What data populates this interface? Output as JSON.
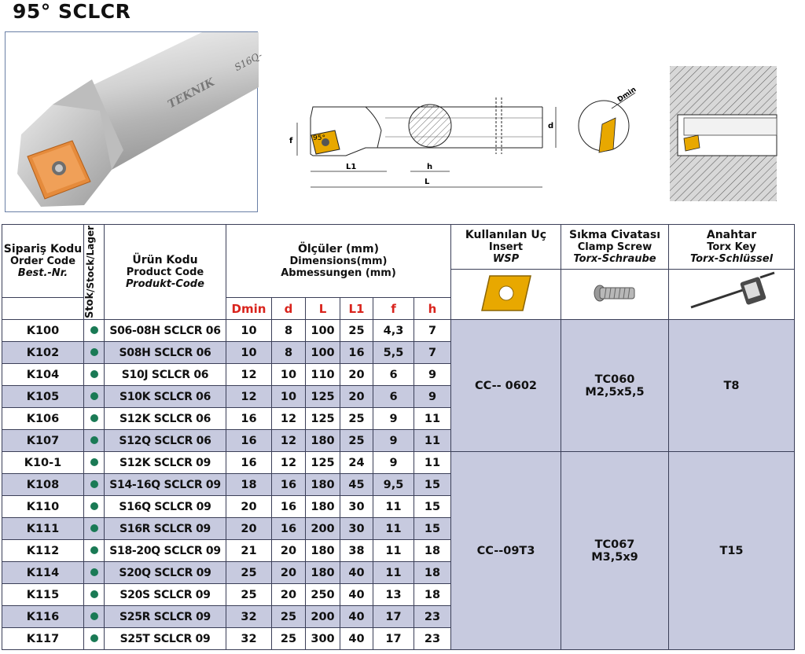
{
  "title": "95° SCLCR",
  "photo": {
    "logo_text": "TEKNIK",
    "shank_marking": "S16Q-"
  },
  "drawing": {
    "labels": {
      "f": "f",
      "angle": "95°",
      "L1": "L1",
      "h": "h",
      "L": "L",
      "d": "d",
      "dmin": "Dmin"
    }
  },
  "table": {
    "headers": {
      "order_code": {
        "tr": "Sipariş Kodu",
        "en": "Order Code",
        "de": "Best.-Nr."
      },
      "stock": {
        "tr": "Stok",
        "rest": "/Stock/Lager"
      },
      "product_code": {
        "tr": "Ürün Kodu",
        "en": "Product Code",
        "de": "Produkt-Code"
      },
      "dimensions": {
        "tr": "Ölçüler (mm)",
        "en": "Dimensions(mm)",
        "de": "Abmessungen (mm)"
      },
      "dim_cols": [
        "Dmin",
        "d",
        "L",
        "L1",
        "f",
        "h"
      ],
      "insert": {
        "tr": "Kullanılan Uç",
        "en": "Insert",
        "de": "WSP"
      },
      "clamp_screw": {
        "tr": "Sıkma Civatası",
        "en": "Clamp Screw",
        "de": "Torx-Schraube"
      },
      "key": {
        "tr": "Anahtar",
        "en": "Torx Key",
        "de": "Torx-Schlüssel"
      }
    },
    "rows": [
      {
        "order": "K100",
        "product": "S06-08H SCLCR 06",
        "dmin": "10",
        "d": "8",
        "L": "100",
        "L1": "25",
        "f": "4,3",
        "h": "7"
      },
      {
        "order": "K102",
        "product": "S08H SCLCR 06",
        "dmin": "10",
        "d": "8",
        "L": "100",
        "L1": "16",
        "f": "5,5",
        "h": "7"
      },
      {
        "order": "K104",
        "product": "S10J SCLCR 06",
        "dmin": "12",
        "d": "10",
        "L": "110",
        "L1": "20",
        "f": "6",
        "h": "9"
      },
      {
        "order": "K105",
        "product": "S10K SCLCR 06",
        "dmin": "12",
        "d": "10",
        "L": "125",
        "L1": "20",
        "f": "6",
        "h": "9"
      },
      {
        "order": "K106",
        "product": "S12K SCLCR 06",
        "dmin": "16",
        "d": "12",
        "L": "125",
        "L1": "25",
        "f": "9",
        "h": "11"
      },
      {
        "order": "K107",
        "product": "S12Q SCLCR 06",
        "dmin": "16",
        "d": "12",
        "L": "180",
        "L1": "25",
        "f": "9",
        "h": "11"
      },
      {
        "order": "K10-1",
        "product": "S12K SCLCR 09",
        "dmin": "16",
        "d": "12",
        "L": "125",
        "L1": "24",
        "f": "9",
        "h": "11"
      },
      {
        "order": "K108",
        "product": "S14-16Q SCLCR 09",
        "dmin": "18",
        "d": "16",
        "L": "180",
        "L1": "45",
        "f": "9,5",
        "h": "15"
      },
      {
        "order": "K110",
        "product": "S16Q SCLCR 09",
        "dmin": "20",
        "d": "16",
        "L": "180",
        "L1": "30",
        "f": "11",
        "h": "15"
      },
      {
        "order": "K111",
        "product": "S16R SCLCR 09",
        "dmin": "20",
        "d": "16",
        "L": "200",
        "L1": "30",
        "f": "11",
        "h": "15"
      },
      {
        "order": "K112",
        "product": "S18-20Q SCLCR 09",
        "dmin": "21",
        "d": "20",
        "L": "180",
        "L1": "38",
        "f": "11",
        "h": "18"
      },
      {
        "order": "K114",
        "product": "S20Q SCLCR 09",
        "dmin": "25",
        "d": "20",
        "L": "180",
        "L1": "40",
        "f": "11",
        "h": "18"
      },
      {
        "order": "K115",
        "product": "S20S SCLCR 09",
        "dmin": "25",
        "d": "20",
        "L": "250",
        "L1": "40",
        "f": "13",
        "h": "18"
      },
      {
        "order": "K116",
        "product": "S25R SCLCR 09",
        "dmin": "32",
        "d": "25",
        "L": "200",
        "L1": "40",
        "f": "17",
        "h": "23"
      },
      {
        "order": "K117",
        "product": "S25T SCLCR 09",
        "dmin": "32",
        "d": "25",
        "L": "300",
        "L1": "40",
        "f": "17",
        "h": "23"
      }
    ],
    "groups": [
      {
        "insert": "CC-- 0602",
        "screw_line1": "TC060",
        "screw_line2": "M2,5x5,5",
        "key": "T8"
      },
      {
        "insert": "CC--09T3",
        "screw_line1": "TC067",
        "screw_line2": "M3,5x9",
        "key": "T15"
      }
    ]
  },
  "colors": {
    "stock_dot": "#1a7a55",
    "dim_header": "#d9241d",
    "row_shade": "#c7cadf",
    "insert": "#e8a800"
  }
}
